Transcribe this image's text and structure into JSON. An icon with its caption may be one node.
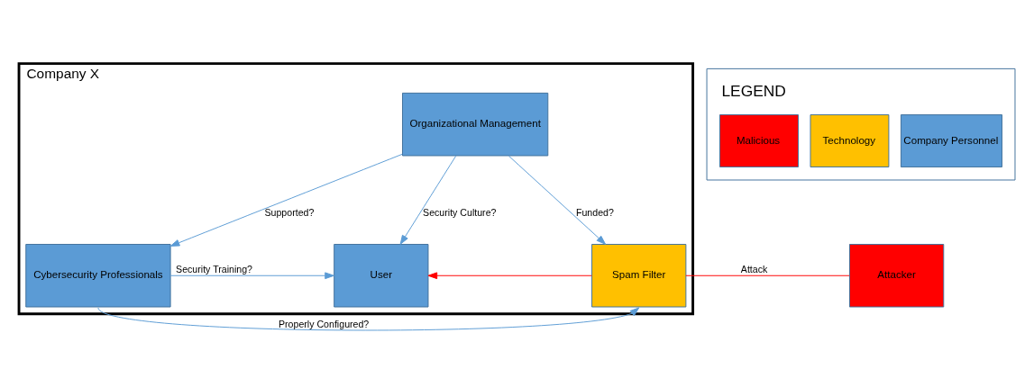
{
  "diagram": {
    "nodes": [
      {
        "text": [
          "Company X"
        ]
      },
      {
        "text": [
          "Organizational Management"
        ],
        "in": 0
      },
      {
        "text": [
          "Cybersecurity Professionals"
        ],
        "in": 0
      },
      {
        "text": [
          "User"
        ],
        "in": 0
      },
      {
        "text": [
          "Spam Filter"
        ],
        "in": 0
      },
      {
        "text": [
          "Attacker"
        ]
      }
    ],
    "edges": [
      {
        "from": 1,
        "to": 2,
        "arrow": "to",
        "label": "Supported?"
      },
      {
        "from": 1,
        "to": 3,
        "arrow": "to",
        "label": "Security Culture?"
      },
      {
        "from": 1,
        "to": 4,
        "arrow": "to",
        "label": "Funded?"
      },
      {
        "from": 2,
        "to": 3,
        "arrow": "to",
        "label": "Security Training?"
      },
      {
        "from": 4,
        "to": 3,
        "arrow": "to",
        "color": "#ff0000"
      },
      {
        "from": 5,
        "to": 4,
        "arrow": "none",
        "label": "Attack",
        "color": "#ff0000"
      },
      {
        "from": 2,
        "to": 4,
        "arrow": "to",
        "label": "Properly Configured?"
      }
    ],
    "labels": [
      "LEGEND"
    ],
    "legend": [
      {
        "text": "Malicious",
        "color": "#ff0000"
      },
      {
        "text": "Technology",
        "color": "#ffc000"
      },
      {
        "text": "Company Personnel",
        "color": "#5b9bd5"
      }
    ]
  }
}
